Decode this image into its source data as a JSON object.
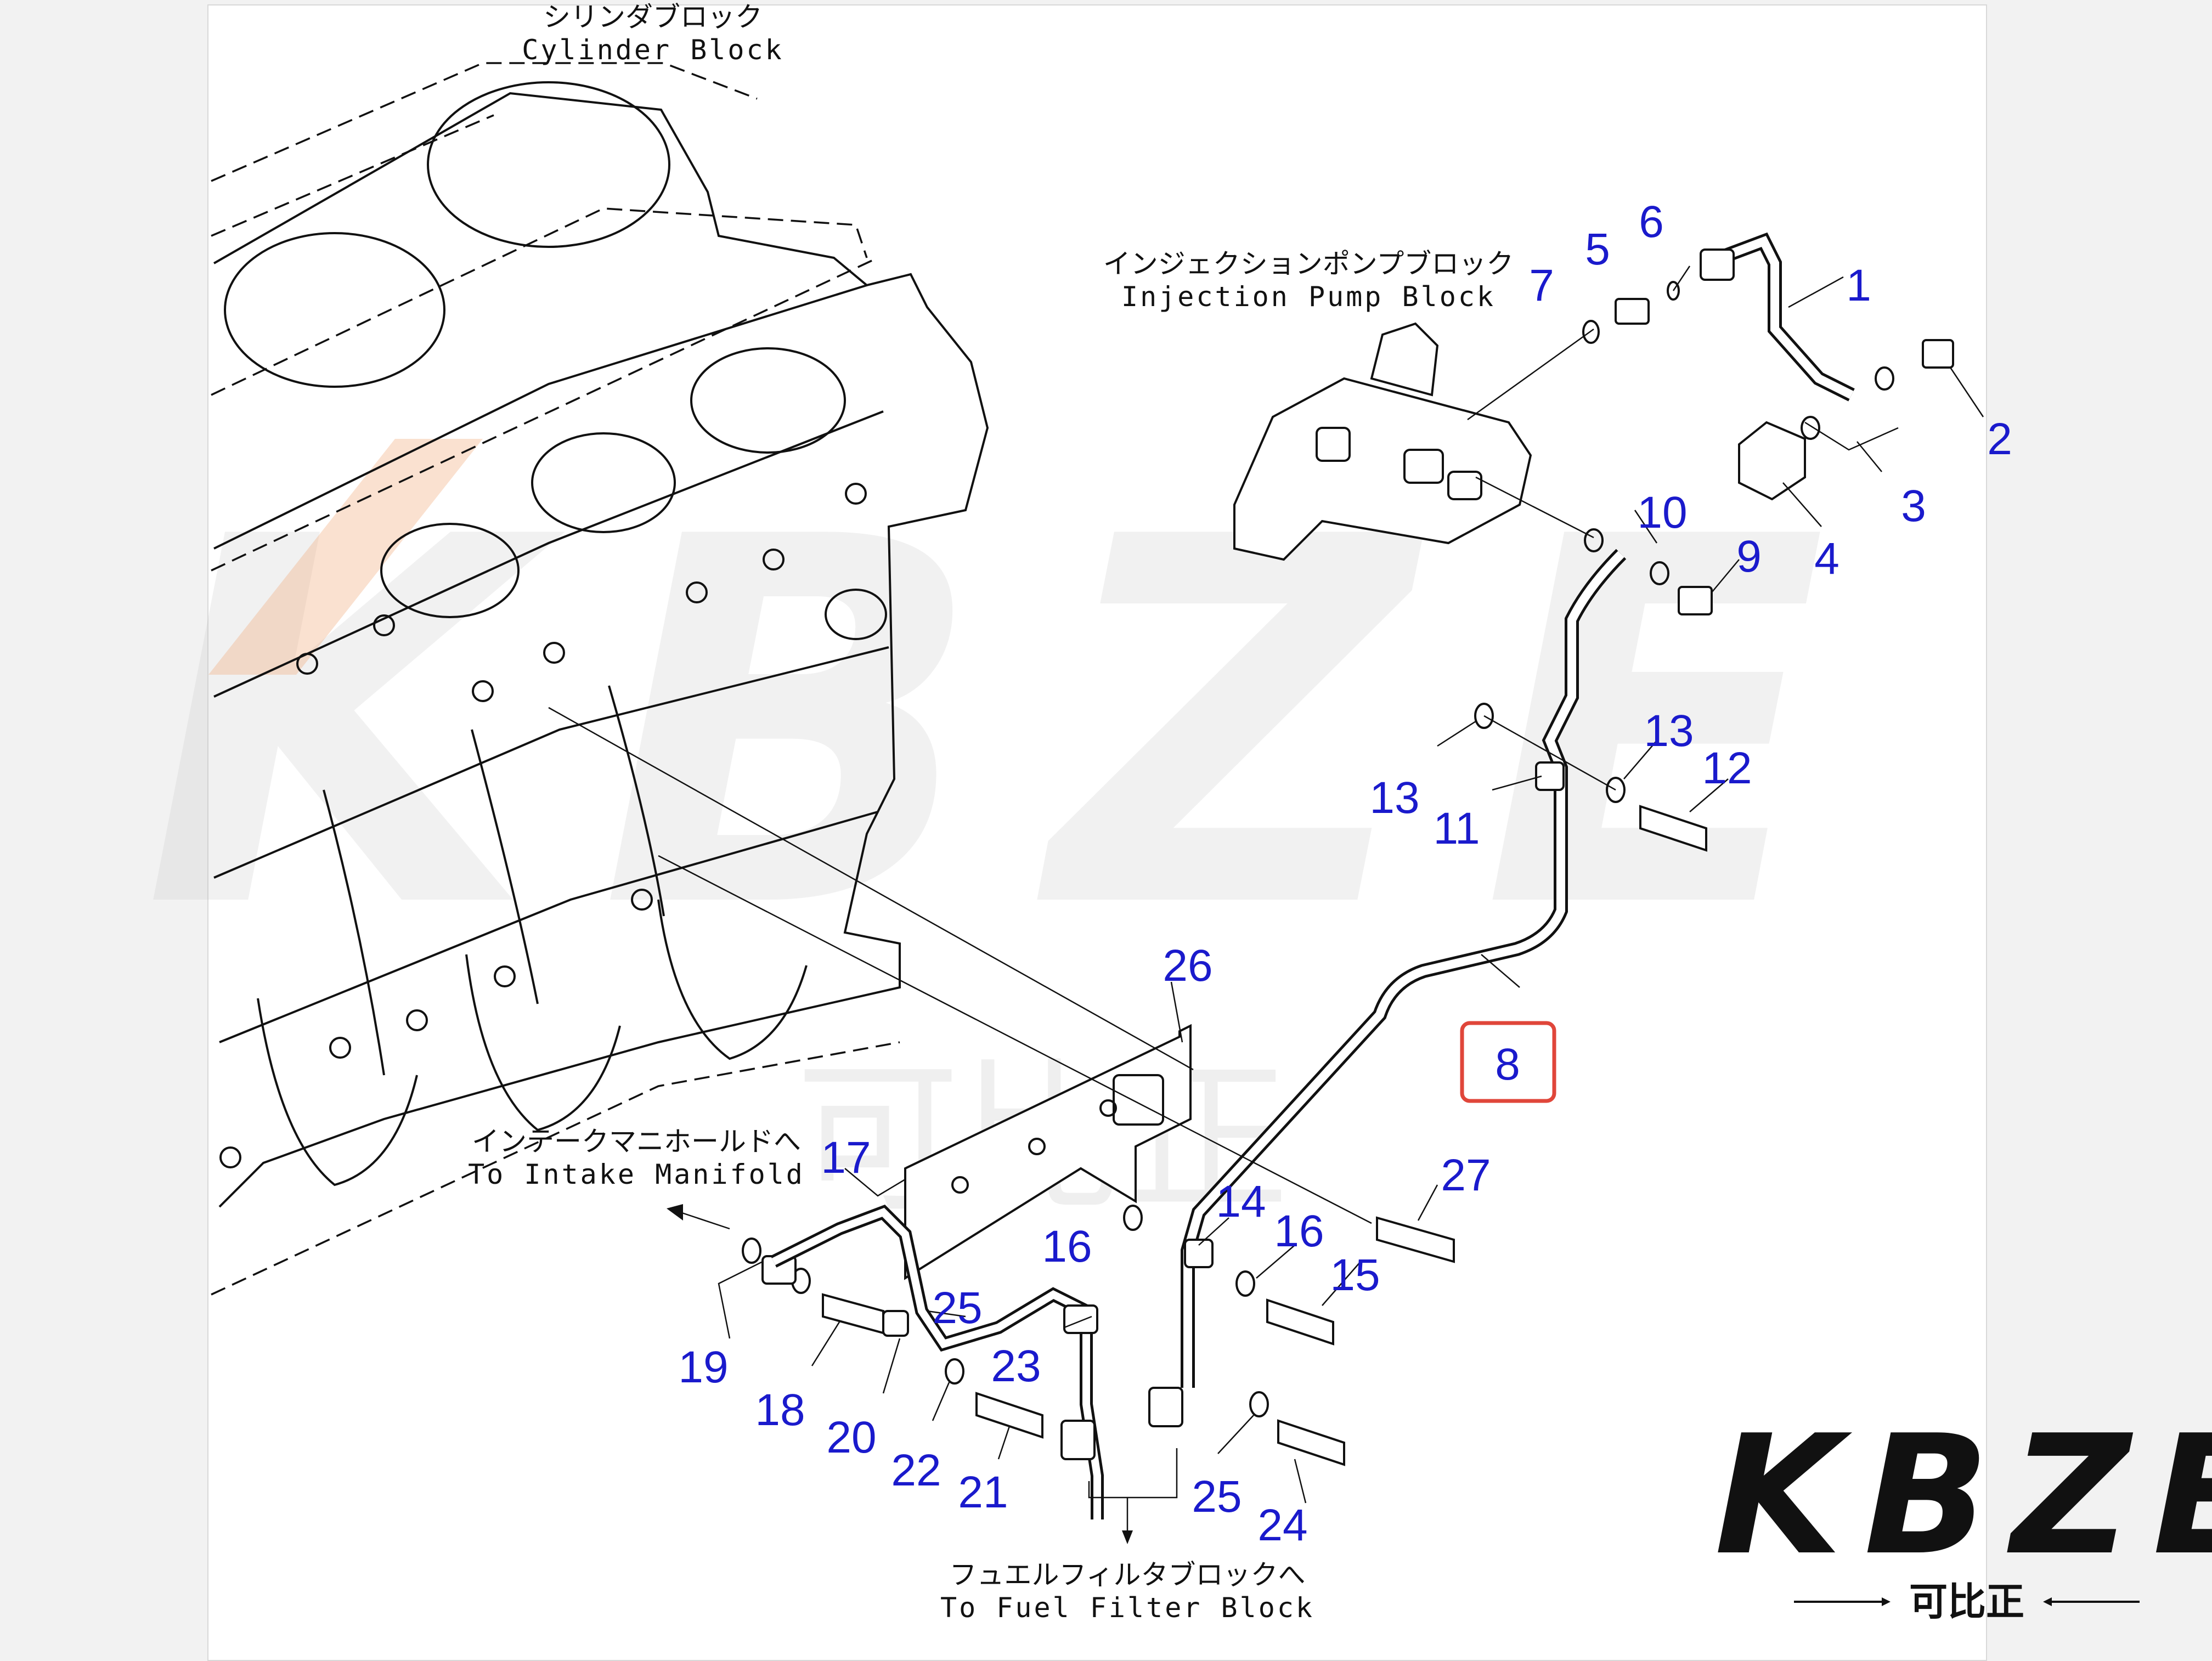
{
  "watermark": {
    "text": "KBZE",
    "subtext": "可比正"
  },
  "logo": {
    "text": "KBZE",
    "subtext": "可比正"
  },
  "labels": {
    "cylinder_block_jp": "シリンダブロック",
    "cylinder_block_en": "Cylinder Block",
    "injection_pump_jp": "インジェクションポンプブロック",
    "injection_pump_en": "Injection Pump Block",
    "intake_manifold_jp": "インテークマニホールドへ",
    "intake_manifold_en": "To Intake Manifold",
    "fuel_filter_jp": "フュエルフィルタブロックへ",
    "fuel_filter_en": "To Fuel Filter Block"
  },
  "callouts": [
    {
      "id": "c1",
      "text": "1"
    },
    {
      "id": "c2",
      "text": "2"
    },
    {
      "id": "c3",
      "text": "3"
    },
    {
      "id": "c4",
      "text": "4"
    },
    {
      "id": "c5",
      "text": "5"
    },
    {
      "id": "c6",
      "text": "6"
    },
    {
      "id": "c7",
      "text": "7"
    },
    {
      "id": "c8",
      "text": "8"
    },
    {
      "id": "c9",
      "text": "9"
    },
    {
      "id": "c10",
      "text": "10"
    },
    {
      "id": "c11",
      "text": "11"
    },
    {
      "id": "c12",
      "text": "12"
    },
    {
      "id": "c13a",
      "text": "13"
    },
    {
      "id": "c13b",
      "text": "13"
    },
    {
      "id": "c14",
      "text": "14"
    },
    {
      "id": "c15",
      "text": "15"
    },
    {
      "id": "c16a",
      "text": "16"
    },
    {
      "id": "c16b",
      "text": "16"
    },
    {
      "id": "c17",
      "text": "17"
    },
    {
      "id": "c18",
      "text": "18"
    },
    {
      "id": "c19",
      "text": "19"
    },
    {
      "id": "c20",
      "text": "20"
    },
    {
      "id": "c21",
      "text": "21"
    },
    {
      "id": "c22",
      "text": "22"
    },
    {
      "id": "c23",
      "text": "23"
    },
    {
      "id": "c24",
      "text": "24"
    },
    {
      "id": "c25a",
      "text": "25"
    },
    {
      "id": "c25b",
      "text": "25"
    },
    {
      "id": "c26",
      "text": "26"
    },
    {
      "id": "c27",
      "text": "27"
    }
  ],
  "highlight": {
    "target": "8",
    "color": "#e0463a"
  },
  "colors": {
    "callout": "#1a1acc",
    "line": "#111111",
    "watermark": "#bebebe"
  }
}
